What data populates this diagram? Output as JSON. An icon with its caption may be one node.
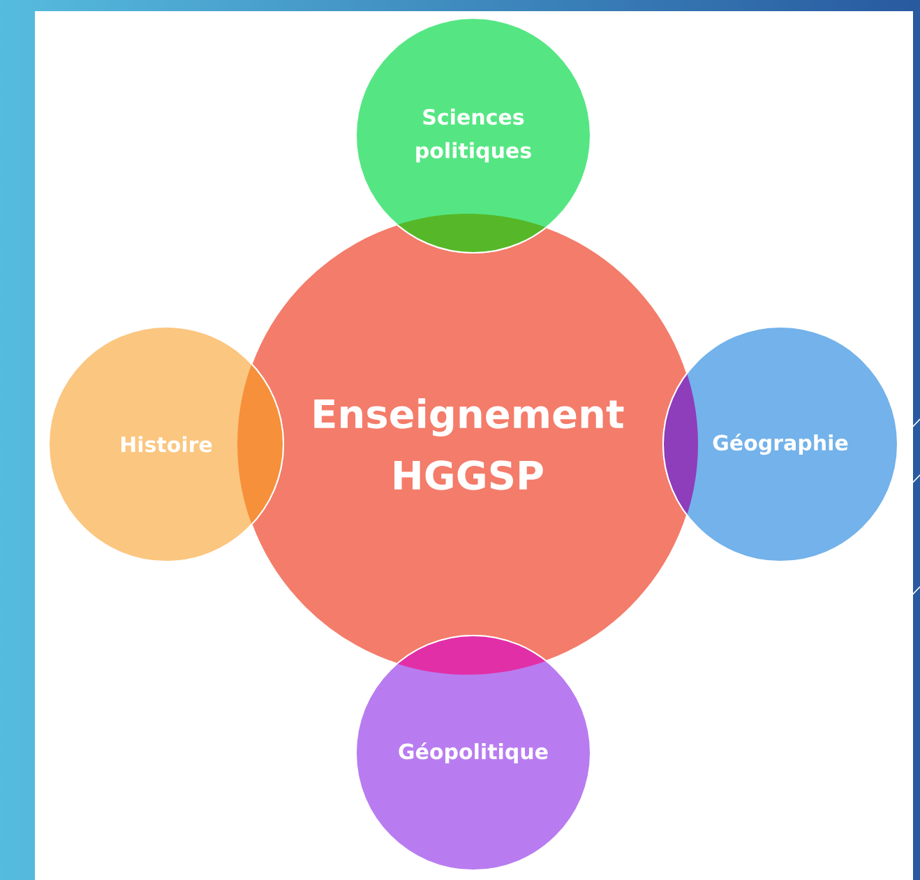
{
  "diagram": {
    "nodes": [
      {
        "text": [
          "Enseignement HGGSP"
        ]
      },
      {
        "text": [
          "Sciences politiques"
        ]
      },
      {
        "text": [
          "Histoire"
        ]
      },
      {
        "text": [
          "Géographie"
        ]
      },
      {
        "text": [
          "Géopolitique"
        ]
      }
    ]
  }
}
